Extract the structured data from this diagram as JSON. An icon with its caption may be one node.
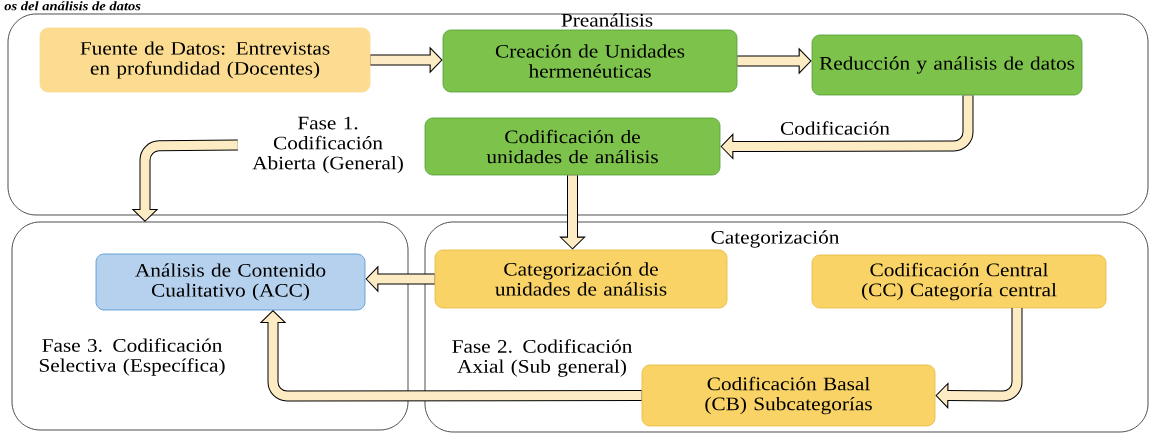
{
  "diagram": {
    "title": "os del análisis de datos",
    "nodes": [
      {
        "text": [
          "Preanálisis"
        ]
      },
      {
        "text": [
          "Fuente de Datos: Entrevistas en profundidad (Docentes)"
        ],
        "in": 0
      },
      {
        "text": [
          "Creación de Unidades hermenéuticas"
        ],
        "in": 0
      },
      {
        "text": [
          "Reducción y análisis de datos"
        ],
        "in": 0
      },
      {
        "text": [
          "Fase 1. Codificación Abierta (General)"
        ],
        "in": 0
      },
      {
        "text": [
          "Codificación de unidades de análisis"
        ],
        "in": 0
      },
      {
        "text": [
          "Fase 3. Codificación Selectiva (Específica)"
        ]
      },
      {
        "text": [
          "Análisis de Contenido Cualitativo (ACC)"
        ],
        "in": 6
      },
      {
        "text": [
          "Categorización",
          "Fase 2. Codificación Axial (Sub general)"
        ]
      },
      {
        "text": [
          "Categorización de unidades de análisis"
        ],
        "in": 8
      },
      {
        "text": [
          "Codificación Central (CC) Categoría central"
        ],
        "in": 8
      },
      {
        "text": [
          "Codificación Basal (CB) Subcategorías"
        ],
        "in": 8
      }
    ],
    "edges": [
      {
        "from": 1,
        "to": 2,
        "arrow": "to"
      },
      {
        "from": 2,
        "to": 3,
        "arrow": "to"
      },
      {
        "from": 3,
        "to": 5,
        "arrow": "to",
        "label": "Codificación"
      },
      {
        "from": 4,
        "to": 6,
        "arrow": "to"
      },
      {
        "from": 5,
        "to": 9,
        "arrow": "to"
      },
      {
        "from": 9,
        "to": 7,
        "arrow": "to"
      },
      {
        "from": 10,
        "to": 11,
        "arrow": "to"
      },
      {
        "from": 11,
        "to": 7,
        "arrow": "to"
      }
    ]
  }
}
